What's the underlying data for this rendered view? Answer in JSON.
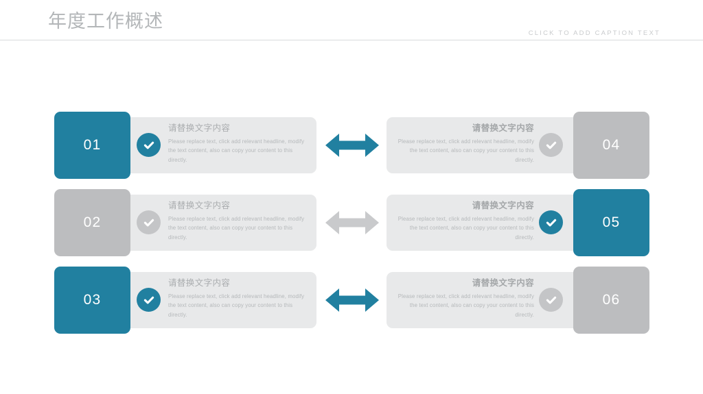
{
  "header": {
    "title": "年度工作概述",
    "caption": "CLICK TO ADD CAPTION TEXT"
  },
  "colors": {
    "teal": "#2180a0",
    "gray": "#bcbdbf",
    "panel": "#e8e9ea",
    "title_gray": "#b3b6b8",
    "arrow_teal": "#2180a0",
    "arrow_gray": "#c9cacc"
  },
  "icons": {
    "check": "check-circle-icon",
    "arrow": "double-arrow-horizontal-icon"
  },
  "rows": [
    {
      "arrow_color": "teal",
      "left": {
        "number": "01",
        "accent": "teal",
        "heading": "请替换文字内容",
        "body": "Please replace text, click add relevant headline, modify the text content,  also can copy your content to this directly."
      },
      "right": {
        "number": "04",
        "accent": "gray",
        "heading": "请替换文字内容",
        "body": "Please replace text, click add relevant headline, modify the text content,  also can copy your content to this directly."
      }
    },
    {
      "arrow_color": "gray",
      "left": {
        "number": "02",
        "accent": "gray",
        "heading": "请替换文字内容",
        "body": "Please replace text, click add relevant headline, modify the text content,  also can copy your content to this directly."
      },
      "right": {
        "number": "05",
        "accent": "teal",
        "heading": "请替换文字内容",
        "body": "Please replace text, click add relevant headline, modify the text content,  also can copy your content to this directly."
      }
    },
    {
      "arrow_color": "teal",
      "left": {
        "number": "03",
        "accent": "teal",
        "heading": "请替换文字内容",
        "body": "Please replace text, click add relevant headline, modify the text content,  also can copy your content to this directly."
      },
      "right": {
        "number": "06",
        "accent": "gray",
        "heading": "请替换文字内容",
        "body": "Please replace text, click add relevant headline, modify the text content,  also can copy your content to this directly."
      }
    }
  ]
}
